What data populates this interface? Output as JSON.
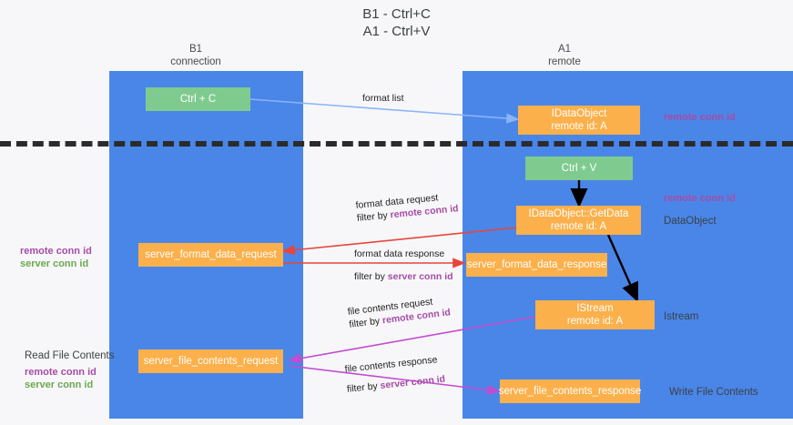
{
  "title": {
    "line1": "B1 - Ctrl+C",
    "line2": "A1 - Ctrl+V"
  },
  "lanes": [
    {
      "id": "b1",
      "name": "B1",
      "role": "connection",
      "color": "#4a86e8"
    },
    {
      "id": "a1",
      "name": "A1",
      "role": "remote",
      "color": "#4a86e8"
    }
  ],
  "colors": {
    "lane": "#4a86e8",
    "green_node": "#7fcb8f",
    "orange_node": "#fbb04b",
    "purple_text": "#a64ca6",
    "green_text": "#6aa84f",
    "dashed_rule": "#2b2b2b",
    "arrow_blue": "#8ab4f8",
    "arrow_red": "#e8453c",
    "arrow_magenta": "#c24bd0",
    "arrow_black": "#000000"
  },
  "nodes": {
    "ctrl_c": {
      "label": "Ctrl + C"
    },
    "ctrl_v": {
      "label": "Ctrl + V"
    },
    "idataobject": {
      "line1": "IDataObject",
      "line2": "remote id: A"
    },
    "getdata": {
      "line1": "IDataObject::GetData",
      "line2": "remote id: A"
    },
    "istream": {
      "line1": "IStream",
      "line2": "remote id: A"
    },
    "server_format_data_request": {
      "label": "server_format_data_request"
    },
    "server_format_data_response": {
      "label": "server_format_data_response"
    },
    "server_file_contents_request": {
      "label": "server_file_contents_request"
    },
    "server_file_contents_response": {
      "label": "server_file_contents_response"
    }
  },
  "edges": {
    "format_list": {
      "label": "format list"
    },
    "format_data_request": {
      "label": "format data request",
      "filter_prefix": "filter by ",
      "filter_key": "remote conn id"
    },
    "format_data_response": {
      "label": "format data response",
      "filter_prefix": "filter by ",
      "filter_key": "server conn id"
    },
    "file_contents_request": {
      "label": "file contents request",
      "filter_prefix": "filter by ",
      "filter_key": "remote conn id"
    },
    "file_contents_response": {
      "label": "file contents response",
      "filter_prefix": "filter by ",
      "filter_key": "server conn id"
    }
  },
  "annotations": {
    "right_remote_conn_top": "remote conn id",
    "right_remote_conn_mid": "remote conn id",
    "right_dataobject": "DataObject",
    "right_istream": "Istream",
    "right_write_file_contents": "Write File Contents",
    "left_remote_conn_id": "remote conn id",
    "left_server_conn_id": "server conn id",
    "left_read_file_contents": "Read File Contents",
    "left_remote_conn_id_2": "remote conn id",
    "left_server_conn_id_2": "server conn id"
  }
}
